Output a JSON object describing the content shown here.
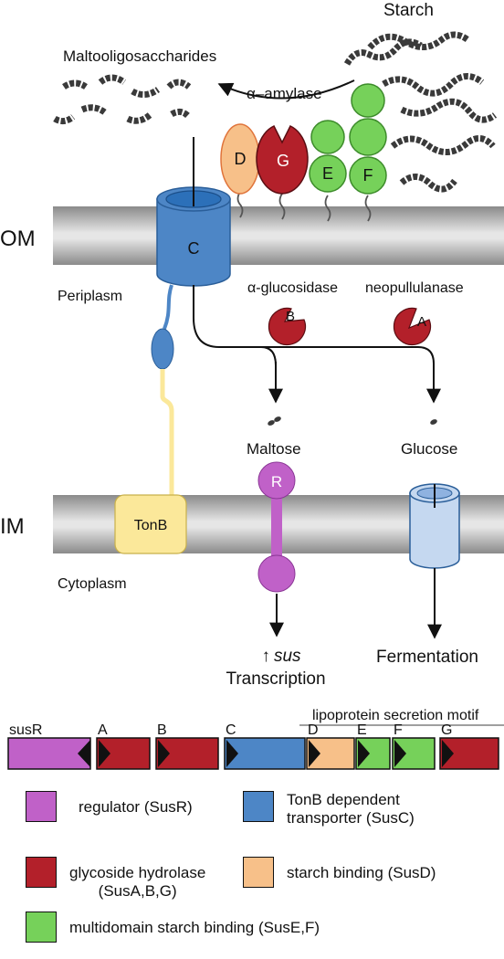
{
  "labels": {
    "starch": "Starch",
    "maltooligosaccharides": "Maltooligosaccharides",
    "alpha_amylase": "α–amylase",
    "om": "OM",
    "im": "IM",
    "periplasm": "Periplasm",
    "cytoplasm": "Cytoplasm",
    "alpha_glucosidase": "α-glucosidase",
    "neopullulanase": "neopullulanase",
    "maltose": "Maltose",
    "glucose": "Glucose",
    "tonb": "TonB",
    "transcription_arrow": "↑",
    "sus": "sus",
    "transcription": "Transcription",
    "fermentation": "Fermentation"
  },
  "proteins": {
    "C": "C",
    "D": "D",
    "G": "G",
    "E": "E",
    "F": "F",
    "B": "B",
    "A": "A",
    "R": "R"
  },
  "operon": {
    "motif_label": "lipoprotein secretion motif",
    "genes": [
      {
        "label": "susR",
        "color": "#c061c8"
      },
      {
        "label": "A",
        "color": "#b3202a"
      },
      {
        "label": "B",
        "color": "#b3202a"
      },
      {
        "label": "C",
        "color": "#4d86c6"
      },
      {
        "label": "D",
        "color": "#f7c089"
      },
      {
        "label": "E",
        "color": "#76d15a"
      },
      {
        "label": "F",
        "color": "#76d15a"
      },
      {
        "label": "G",
        "color": "#b3202a"
      }
    ]
  },
  "legend": {
    "regulator": {
      "text": "regulator (SusR)",
      "color": "#c061c8"
    },
    "tonb": {
      "line1": "TonB dependent",
      "line2": "transporter (SusC)",
      "color": "#4d86c6"
    },
    "hydrolase": {
      "line1": "glycoside hydrolase",
      "line2": "(SusA,B,G)",
      "color": "#b3202a"
    },
    "starch_binding": {
      "text": "starch binding (SusD)",
      "color": "#f7c089"
    },
    "multidomain": {
      "text": "multidomain starch binding (SusE,F)",
      "color": "#76d15a"
    }
  },
  "colors": {
    "susC": "#4d86c6",
    "susD": "#f7c089",
    "glycoside": "#b3202a",
    "starchBinding": "#76d15a",
    "regulator": "#c061c8",
    "tonb": "#fbe89a",
    "glucoseTransporter": "#c5d8f0"
  }
}
